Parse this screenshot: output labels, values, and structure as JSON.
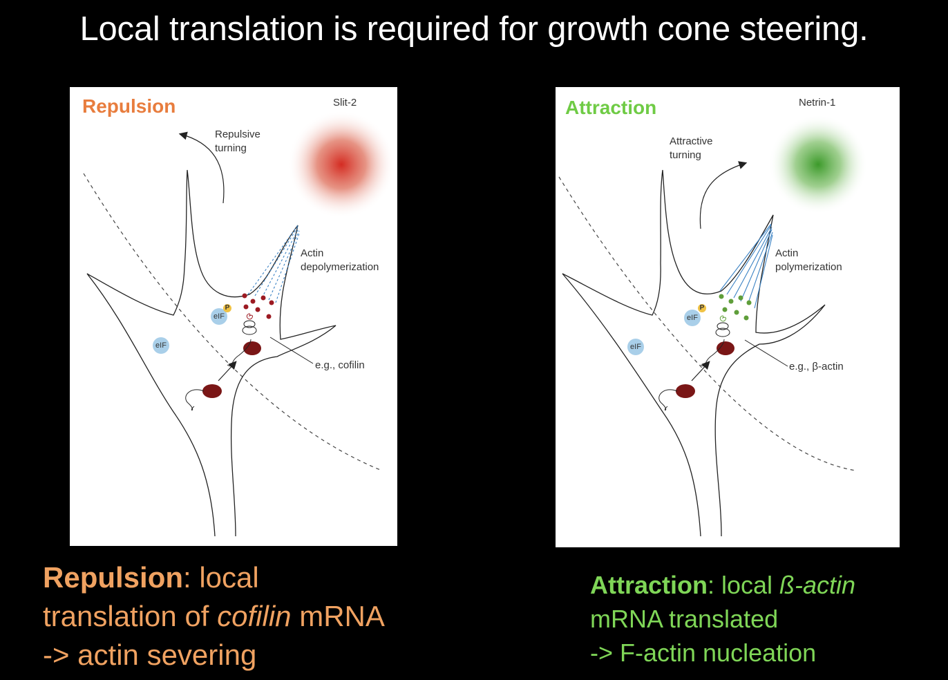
{
  "title": "Local translation is required for growth cone steering.",
  "left_panel": {
    "label": "Repulsion",
    "cue": "Slit-2",
    "turning_line1": "Repulsive",
    "turning_line2": "turning",
    "actin_line1": "Actin",
    "actin_line2": "depolymerization",
    "example": "e.g., cofilin",
    "eif_label": "eIF",
    "p_label": "P",
    "accent_color": "#e87d3e",
    "gradient_color": "#d42c22",
    "granule_color": "#9c1a22"
  },
  "right_panel": {
    "label": "Attraction",
    "cue": "Netrin-1",
    "turning_line1": "Attractive",
    "turning_line2": "turning",
    "actin_line1": "Actin",
    "actin_line2": "polymerization",
    "example": "e.g., β-actin",
    "eif_label": "eIF",
    "p_label": "P",
    "accent_color": "#6fcb45",
    "gradient_color": "#3c9a2a",
    "granule_color": "#5f9e3a"
  },
  "caption_left": {
    "bold": "Repulsion",
    "part1": ": local",
    "part2": "translation of ",
    "italic": "cofilin",
    "part3": " mRNA",
    "line3": "-> actin severing"
  },
  "caption_right": {
    "bold": "Attraction",
    "part1": ": local ",
    "italic": "ß-actin",
    "line2": "mRNA translated",
    "line3": "-> F-actin nucleation"
  }
}
